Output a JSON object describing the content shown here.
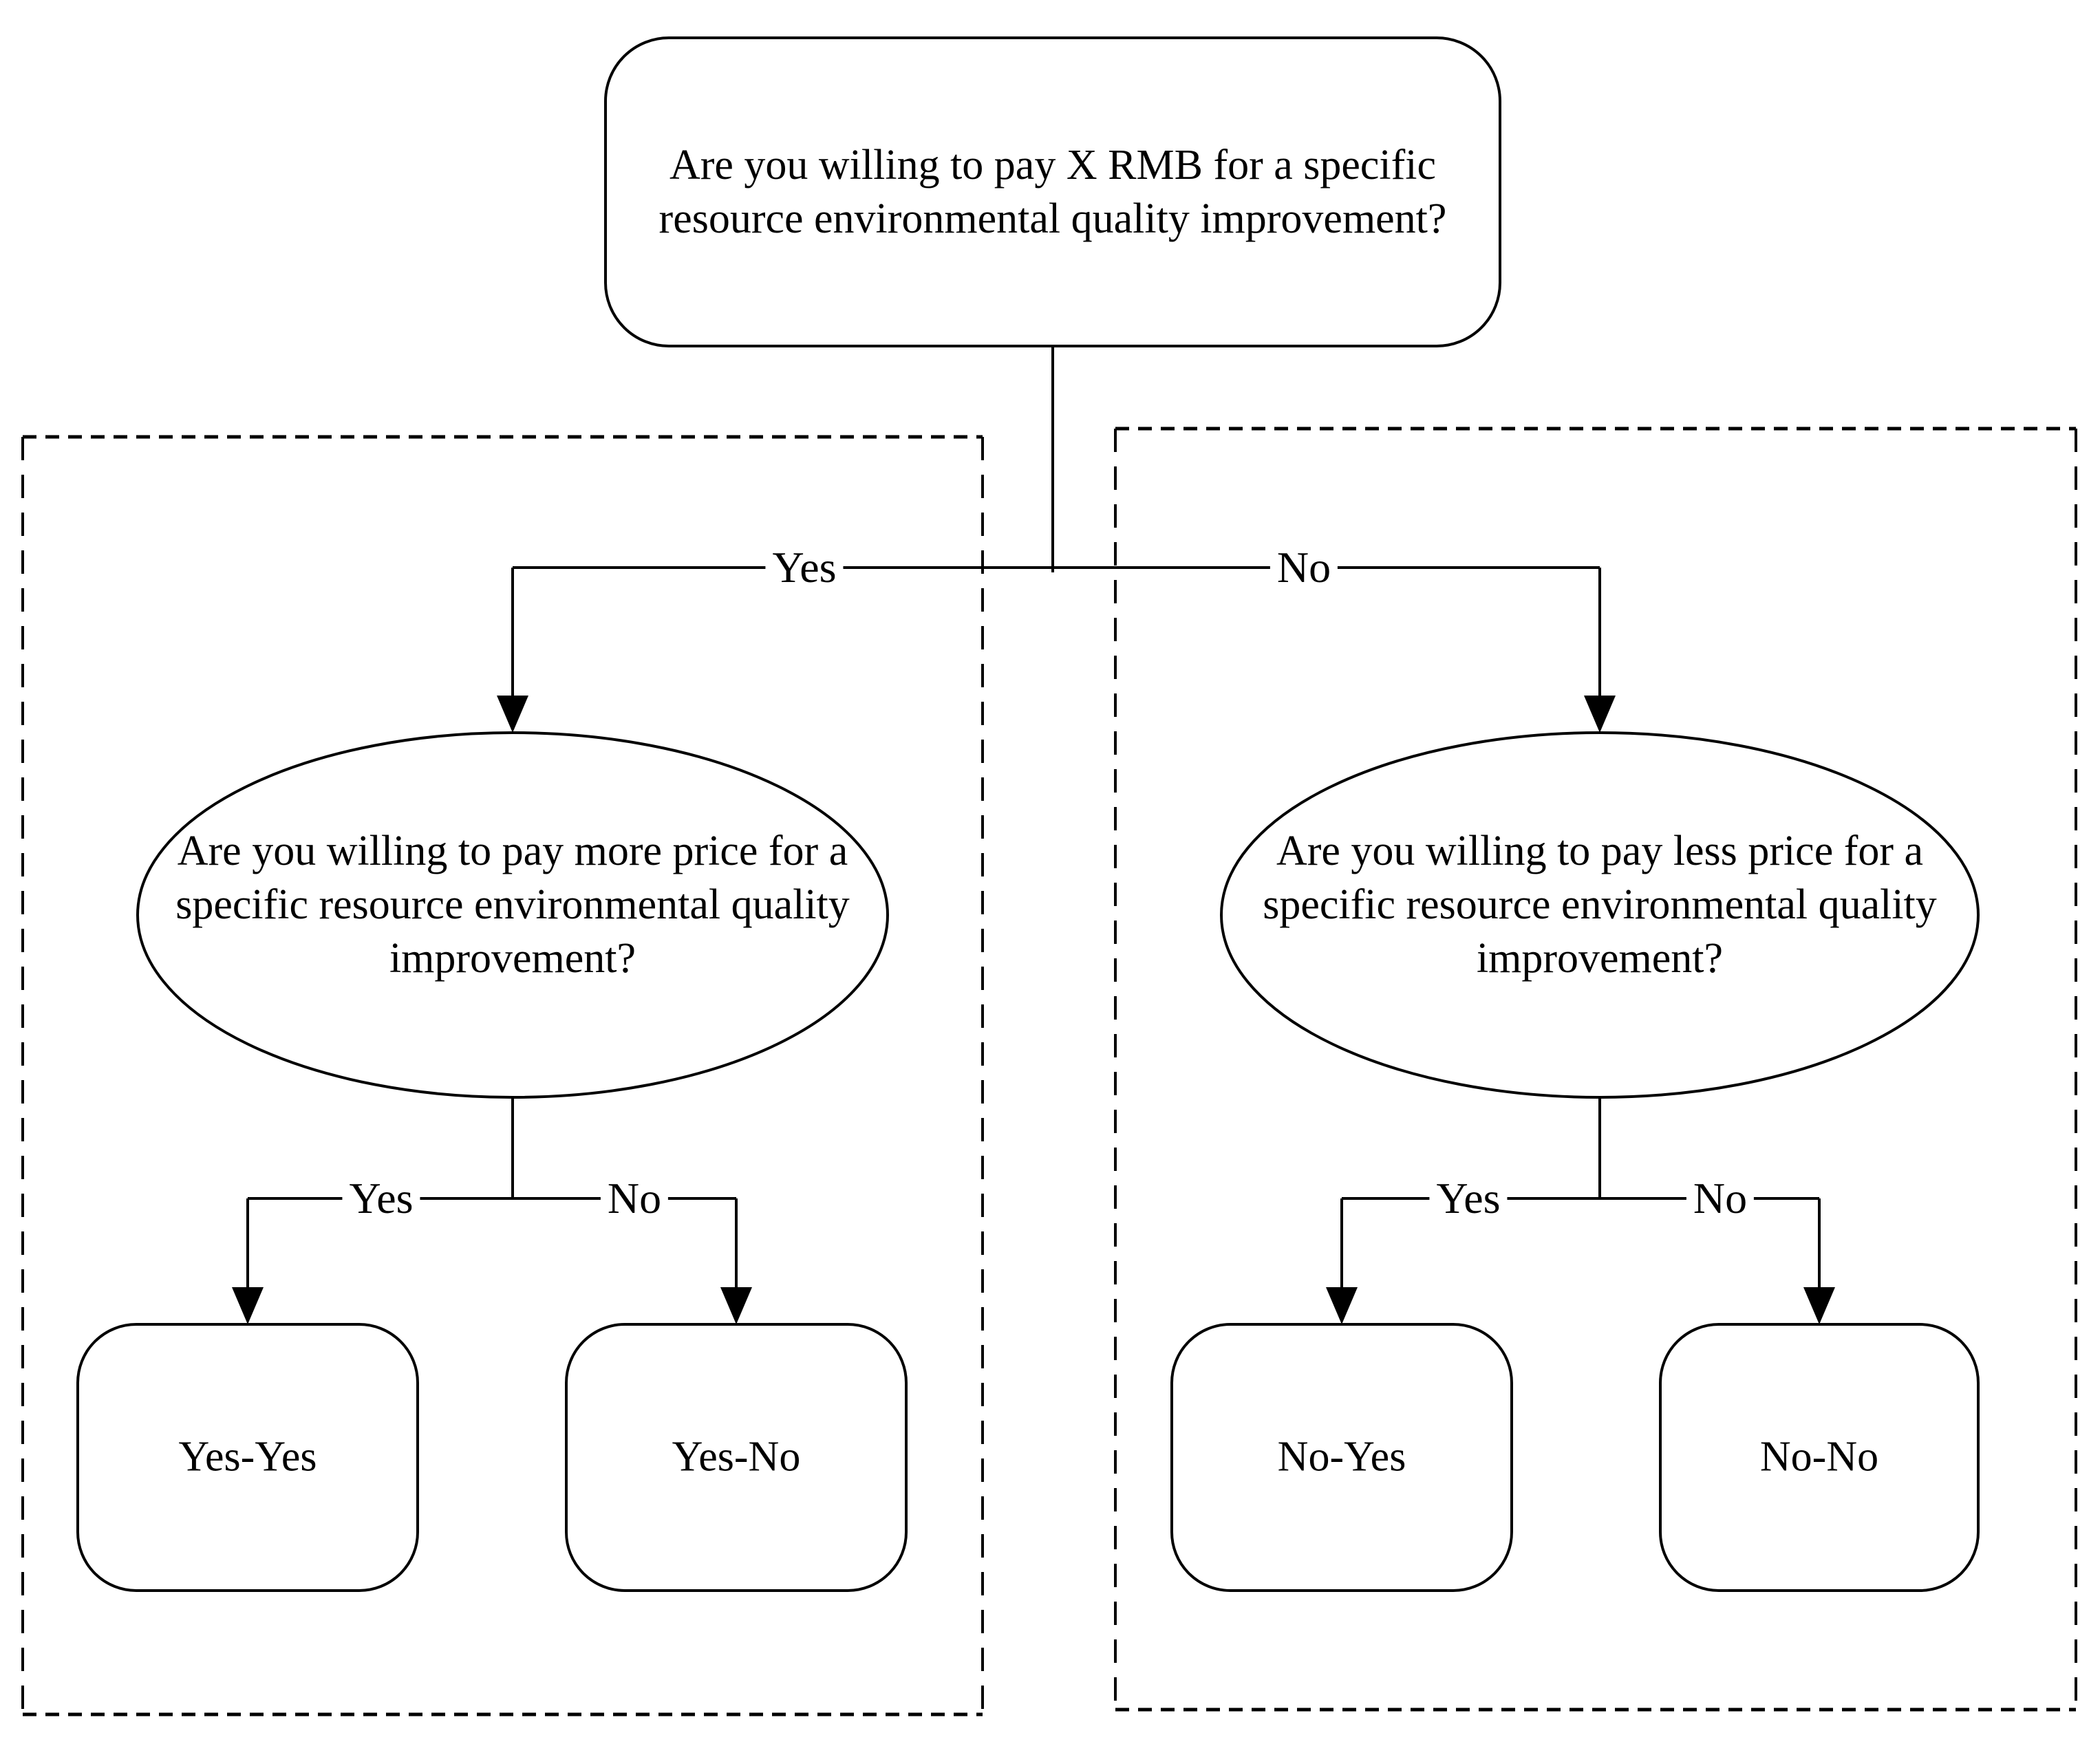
{
  "diagram": {
    "type": "decision-tree-flowchart",
    "colors": {
      "stroke": "#000000",
      "background": "#ffffff",
      "text": "#000000"
    },
    "root": {
      "question_line1": "Are you willing to pay X RMB for a specific",
      "question_line2": "resource environmental quality improvement?"
    },
    "level1": {
      "yes_label": "Yes",
      "no_label": "No"
    },
    "left_branch": {
      "question_line1": "Are you willing to pay more price for a",
      "question_line2": "specific resource environmental quality",
      "question_line3": "improvement?",
      "yes_label": "Yes",
      "no_label": "No",
      "outcome_yes": "Yes-Yes",
      "outcome_no": "Yes-No"
    },
    "right_branch": {
      "question_line1": "Are you willing to pay less price for a",
      "question_line2": "specific resource environmental quality",
      "question_line3": "improvement?",
      "yes_label": "Yes",
      "no_label": "No",
      "outcome_yes": "No-Yes",
      "outcome_no": "No-No"
    }
  }
}
